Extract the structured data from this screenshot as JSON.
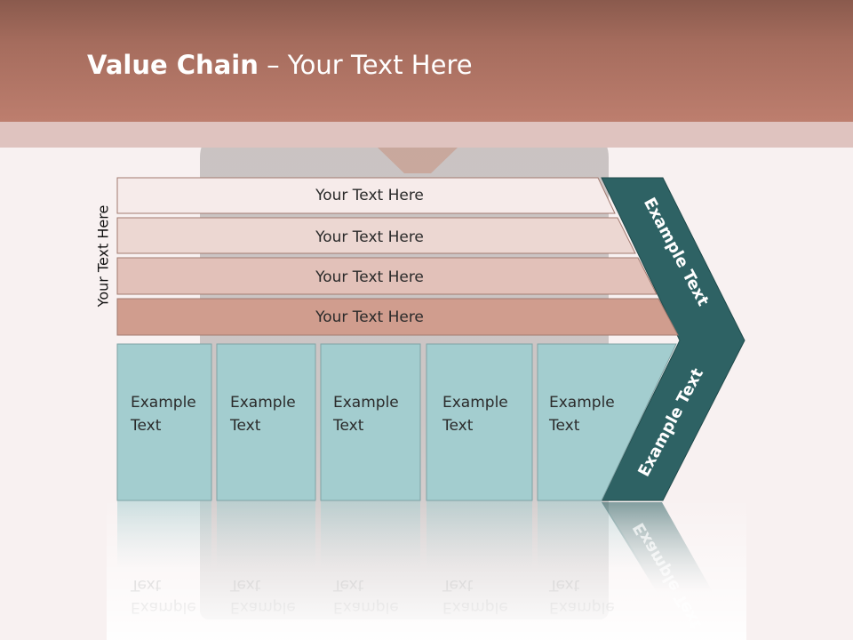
{
  "slide": {
    "title_bold": "Value Chain",
    "title_rest": " – Your Text Here"
  },
  "side_label": "Your Text Here",
  "bars": [
    {
      "label": "Your Text Here",
      "color": "#f6ebea"
    },
    {
      "label": "Your Text Here",
      "color": "#ecd7d2"
    },
    {
      "label": "Your Text Here",
      "color": "#e2c1b9"
    },
    {
      "label": "Your Text Here",
      "color": "#d09d8e"
    }
  ],
  "boxes": [
    {
      "line1": "Example",
      "line2": "Text"
    },
    {
      "line1": "Example",
      "line2": "Text"
    },
    {
      "line1": "Example",
      "line2": "Text"
    },
    {
      "line1": "Example",
      "line2": "Text"
    },
    {
      "line1": "Example",
      "line2": "Text"
    }
  ],
  "chevron": {
    "upper_text": "Example Text",
    "lower_text": "Example Text"
  },
  "colors": {
    "header": "#bd7e6e",
    "box_fill": "#a3cdcf",
    "box_stroke": "#7fa3a5",
    "chevron_fill": "#2e6264",
    "bar_stroke": "#a27a70"
  }
}
